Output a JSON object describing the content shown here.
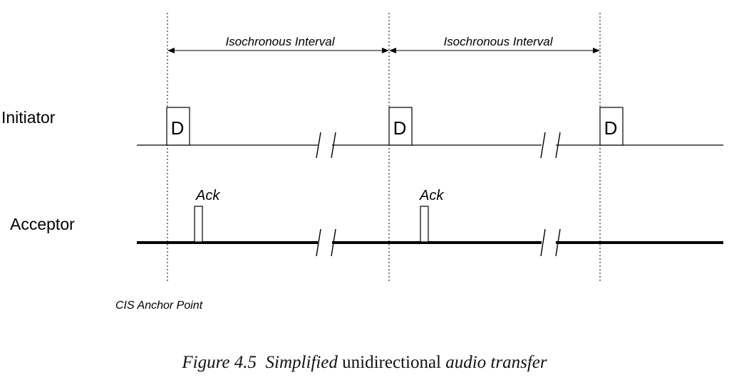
{
  "diagram": {
    "title_caption": {
      "figure_number": "Figure 4.5",
      "word_simplified": "Simplified",
      "word_unidirectional": "unidirectional",
      "word_audio_transfer": "audio transfer"
    },
    "interval_labels": [
      "Isochronous Interval",
      "Isochronous Interval"
    ],
    "rows": {
      "initiator": "Initiator",
      "acceptor": "Acceptor"
    },
    "data_packet_label": "D",
    "ack_label": "Ack",
    "anchor_label": "CIS Anchor Point"
  }
}
